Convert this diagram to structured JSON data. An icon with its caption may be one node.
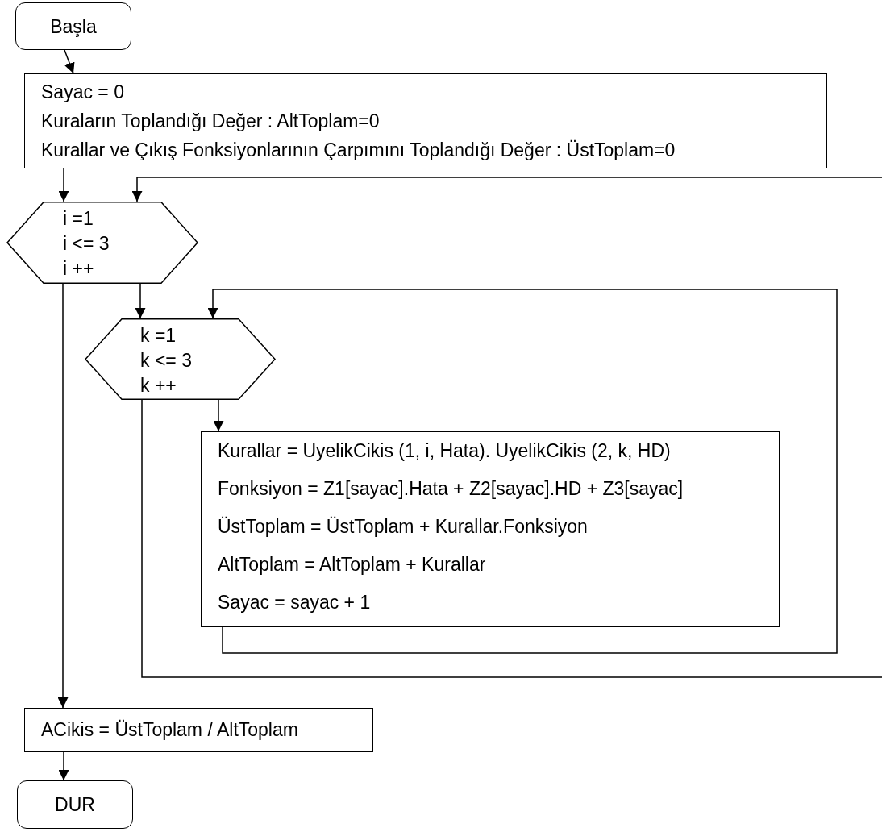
{
  "diagram": {
    "nodes": [
      {
        "text": [
          "Başla"
        ]
      },
      {
        "text": [
          "Sayac = 0",
          "Kuraların Toplandığı Değer : AltToplam=0",
          "Kurallar ve Çıkış Fonksiyonlarının Çarpımını Toplandığı Değer : ÜstToplam=0"
        ]
      },
      {
        "text": [
          "i =1",
          "i <= 3",
          "i ++"
        ]
      },
      {
        "text": [
          "k =1",
          "k <= 3",
          "k ++"
        ]
      },
      {
        "text": [
          "Kurallar = UyelikCikis (1, i, Hata). UyelikCikis (2, k, HD)",
          "Fonksiyon = Z1[sayac].Hata + Z2[sayac].HD + Z3[sayac]",
          "ÜstToplam = ÜstToplam + Kurallar.Fonksiyon",
          "AltToplam = AltToplam + Kurallar",
          "Sayac = sayac + 1"
        ]
      },
      {
        "text": [
          "ACikis = ÜstToplam / AltToplam"
        ]
      },
      {
        "text": [
          "DUR"
        ]
      }
    ],
    "edges": [
      {
        "from": 0,
        "to": 1,
        "arrow": "to"
      },
      {
        "from": 1,
        "to": 2,
        "arrow": "to"
      },
      {
        "from": 2,
        "to": 3,
        "arrow": "to"
      },
      {
        "from": 3,
        "to": 4,
        "arrow": "to"
      },
      {
        "from": 4,
        "to": 3,
        "arrow": "to"
      },
      {
        "from": 3,
        "to": 2,
        "arrow": "to"
      },
      {
        "from": 2,
        "to": 5,
        "arrow": "to"
      },
      {
        "from": 5,
        "to": 6,
        "arrow": "to"
      }
    ]
  }
}
